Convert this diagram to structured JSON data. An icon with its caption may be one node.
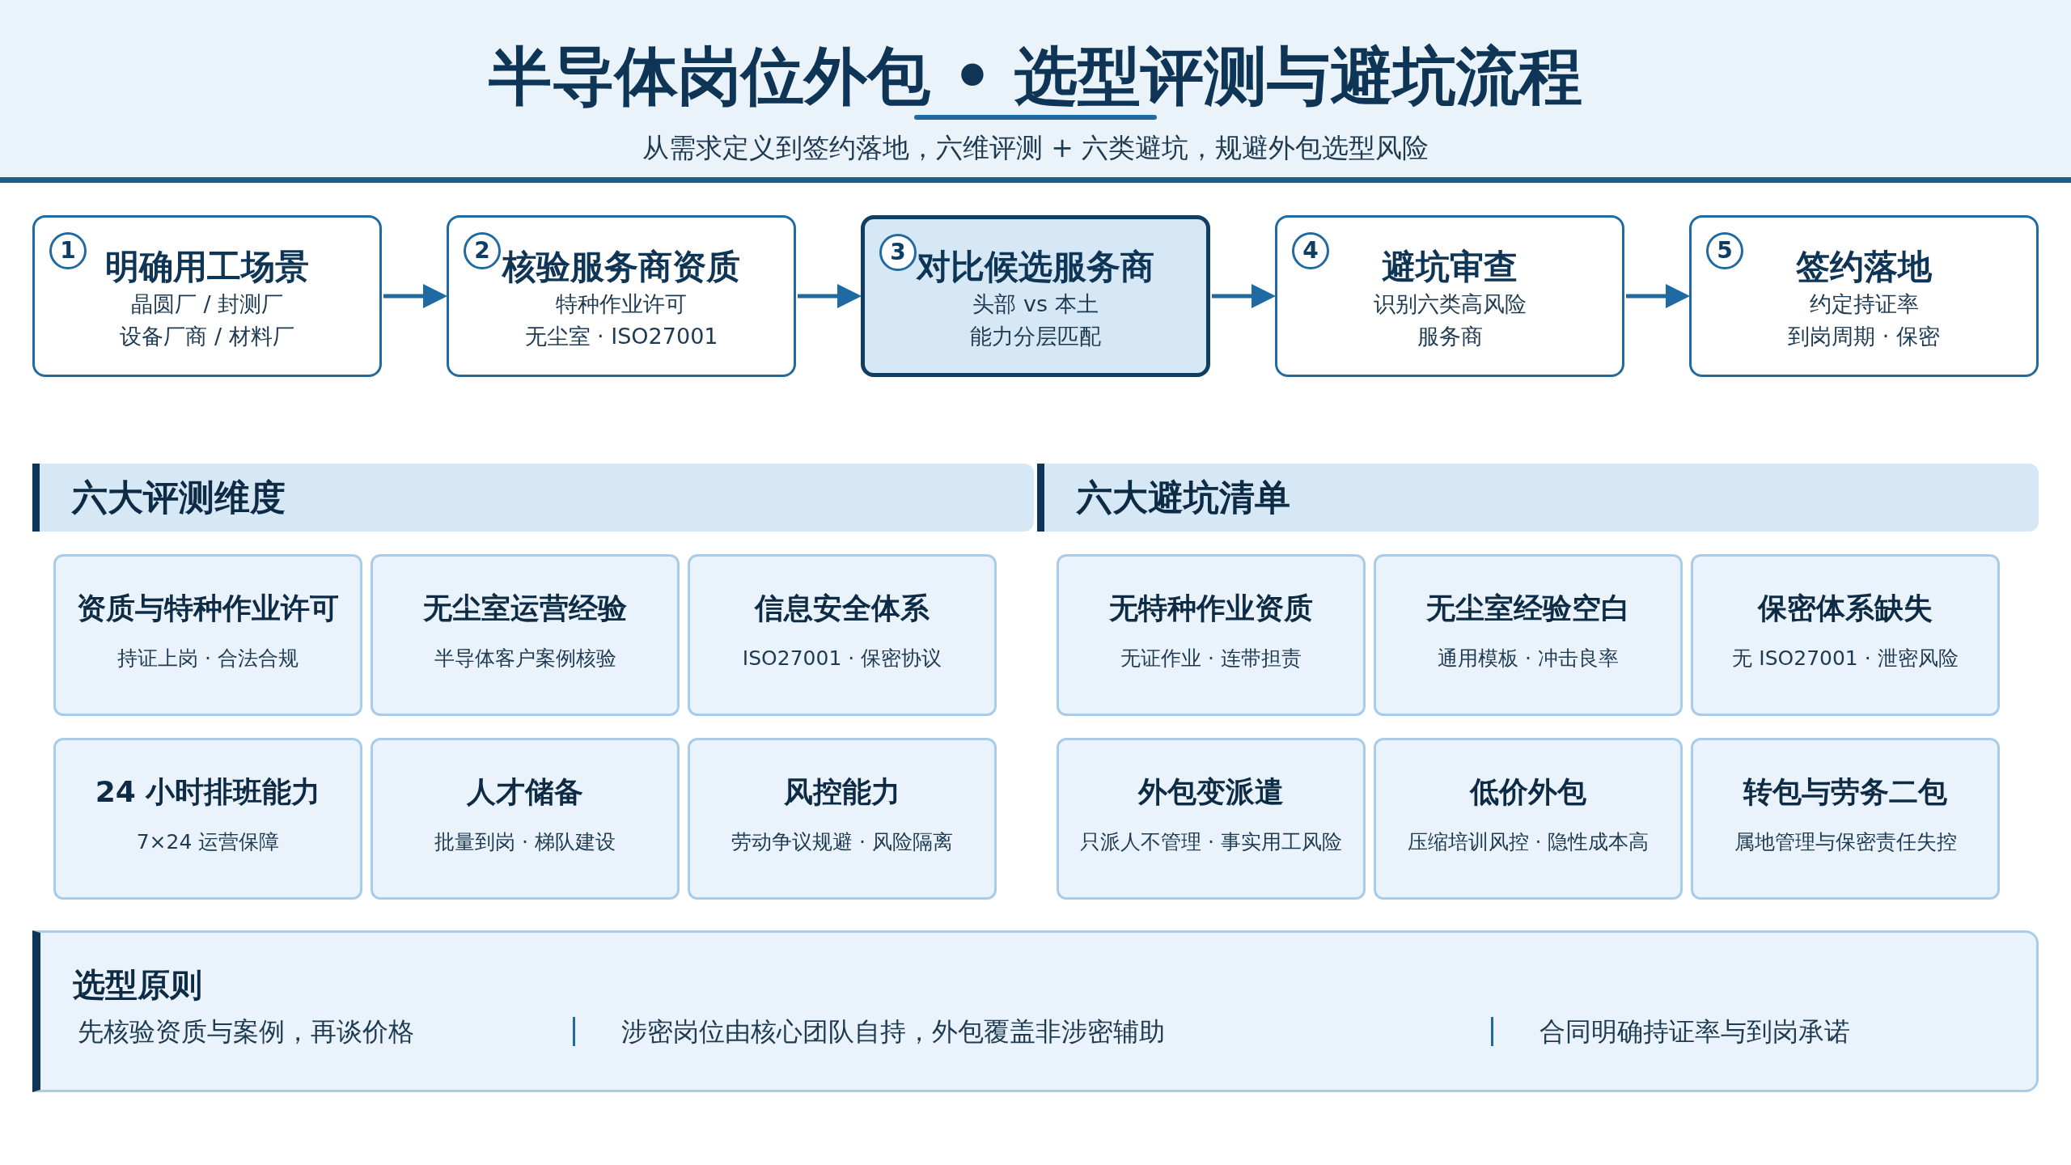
{
  "diagram": {
    "title": "半导体岗位外包 • 选型评测与避坑流程",
    "caption": "从需求定义到签约落地，六维评测 + 六类避坑，规避外包选型风险",
    "nodes": [
      {
        "text": [
          "1",
          "明确用工场景",
          "晶圆厂 / 封测厂",
          "设备厂商 / 材料厂"
        ]
      },
      {
        "text": [
          "2",
          "核验服务商资质",
          "特种作业许可",
          "无尘室 · ISO27001"
        ]
      },
      {
        "text": [
          "3",
          "对比候选服务商",
          "头部 vs 本土",
          "能力分层匹配"
        ]
      },
      {
        "text": [
          "4",
          "避坑审查",
          "识别六类高风险",
          "服务商"
        ]
      },
      {
        "text": [
          "5",
          "签约落地",
          "约定持证率",
          "到岗周期 · 保密"
        ]
      },
      {
        "text": [
          "六大评测维度"
        ]
      },
      {
        "text": [
          "六大避坑清单"
        ]
      },
      {
        "text": [
          "资质与特种作业许可",
          "持证上岗 · 合法合规"
        ]
      },
      {
        "text": [
          "无尘室运营经验",
          "半导体客户案例核验"
        ]
      },
      {
        "text": [
          "信息安全体系",
          "ISO27001 · 保密协议"
        ]
      },
      {
        "text": [
          "24 小时排班能力",
          "7×24 运营保障"
        ]
      },
      {
        "text": [
          "人才储备",
          "批量到岗 · 梯队建设"
        ]
      },
      {
        "text": [
          "风控能力",
          "劳动争议规避 · 风险隔离"
        ]
      },
      {
        "text": [
          "无特种作业资质",
          "无证作业 · 连带担责"
        ]
      },
      {
        "text": [
          "无尘室经验空白",
          "通用模板 · 冲击良率"
        ]
      },
      {
        "text": [
          "保密体系缺失",
          "无 ISO27001 · 泄密风险"
        ]
      },
      {
        "text": [
          "外包变派遣",
          "只派人不管理 · 事实用工风险"
        ]
      },
      {
        "text": [
          "低价外包",
          "压缩培训风控 · 隐性成本高"
        ]
      },
      {
        "text": [
          "转包与劳务二包",
          "属地管理与保密责任失控"
        ]
      },
      {
        "text": [
          "选型原则",
          "先核验资质与案例，再谈价格",
          "涉密岗位由核心团队自持，外包覆盖非涉密辅助",
          "合同明确持证率与到岗承诺"
        ]
      }
    ],
    "edges": [
      {
        "from": 0,
        "to": 1,
        "arrow": "to"
      },
      {
        "from": 1,
        "to": 2,
        "arrow": "to"
      },
      {
        "from": 2,
        "to": 3,
        "arrow": "to"
      },
      {
        "from": 3,
        "to": 4,
        "arrow": "to"
      }
    ]
  }
}
